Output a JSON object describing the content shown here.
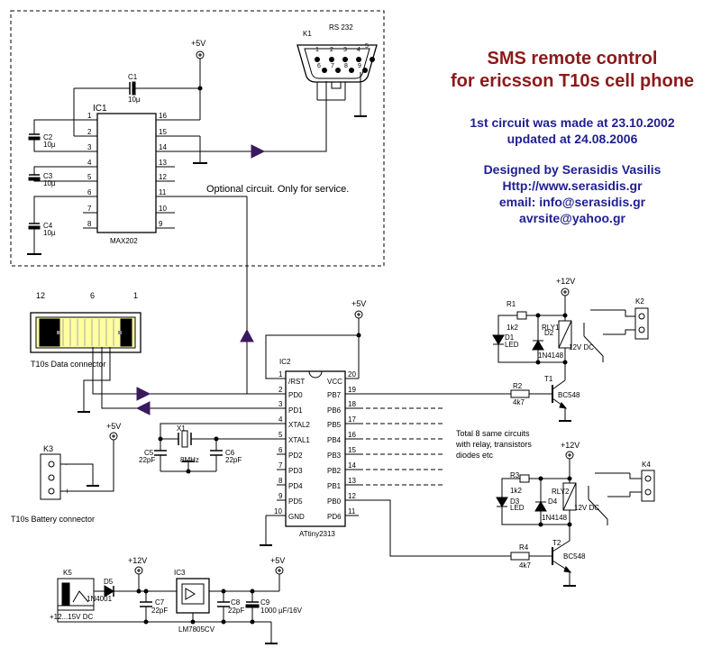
{
  "title": {
    "line1": "SMS remote control",
    "line2": "for ericsson T10s cell phone"
  },
  "info": {
    "line1": "1st circuit was made at 23.10.2002",
    "line2": "updated at 24.08.2006"
  },
  "author": {
    "line1": "Designed by Serasidis Vasilis",
    "line2": "Http://www.serasidis.gr",
    "line3": "email: info@serasidis.gr",
    "line4": "avrsite@yahoo.gr"
  },
  "labels": {
    "optional": "Optional circuit. Only for service.",
    "data_connector": "T10s Data  connector",
    "battery_connector": "T10s Battery connector",
    "total_note_1": "Total 8 same circuits",
    "total_note_2": "with relay, transistors",
    "total_note_3": "diodes etc",
    "supply_range": "+12...15V DC"
  },
  "rails": {
    "p5": "+5V",
    "p12": "+12V"
  },
  "ic1": {
    "ref": "IC1",
    "part": "MAX202",
    "left_pins": [
      "1",
      "2",
      "3",
      "4",
      "5",
      "6",
      "7",
      "8"
    ],
    "right_pins": [
      "16",
      "15",
      "14",
      "13",
      "12",
      "11",
      "10",
      "9"
    ]
  },
  "ic2": {
    "ref": "IC2",
    "part": "ATtiny2313",
    "left_pins": [
      {
        "num": "1",
        "name": "/RST"
      },
      {
        "num": "2",
        "name": "PD0"
      },
      {
        "num": "3",
        "name": "PD1"
      },
      {
        "num": "4",
        "name": "XTAL2"
      },
      {
        "num": "5",
        "name": "XTAL1"
      },
      {
        "num": "6",
        "name": "PD2"
      },
      {
        "num": "7",
        "name": "PD3"
      },
      {
        "num": "8",
        "name": "PD4"
      },
      {
        "num": "9",
        "name": "PD5"
      },
      {
        "num": "10",
        "name": "GND"
      }
    ],
    "right_pins": [
      {
        "num": "20",
        "name": "VCC"
      },
      {
        "num": "19",
        "name": "PB7"
      },
      {
        "num": "18",
        "name": "PB6"
      },
      {
        "num": "17",
        "name": "PB5"
      },
      {
        "num": "16",
        "name": "PB4"
      },
      {
        "num": "15",
        "name": "PB3"
      },
      {
        "num": "14",
        "name": "PB2"
      },
      {
        "num": "13",
        "name": "PB1"
      },
      {
        "num": "12",
        "name": "PB0"
      },
      {
        "num": "11",
        "name": "PD6"
      }
    ]
  },
  "ic3": {
    "ref": "IC3",
    "part": "LM7805CV"
  },
  "rs232": {
    "ref": "K1",
    "name": "RS 232",
    "pins": [
      "1",
      "2",
      "3",
      "4",
      "5",
      "6",
      "7",
      "8",
      "9"
    ]
  },
  "connector_pins": {
    "p12": "12",
    "p6": "6",
    "p1": "1"
  },
  "parts": {
    "c1": {
      "ref": "C1",
      "val": "10µ"
    },
    "c2": {
      "ref": "C2",
      "val": "10µ"
    },
    "c3": {
      "ref": "C3",
      "val": "10µ"
    },
    "c4": {
      "ref": "C4",
      "val": "10µ"
    },
    "c5": {
      "ref": "C5",
      "val": "22pF"
    },
    "c6": {
      "ref": "C6",
      "val": "22pF"
    },
    "c7": {
      "ref": "C7",
      "val": "22pF"
    },
    "c8": {
      "ref": "C8",
      "val": "22pF"
    },
    "c9": {
      "ref": "C9",
      "val": "1000 µF/16V"
    },
    "x1": {
      "ref": "X1",
      "val": "8MHz"
    },
    "r1": {
      "ref": "R1",
      "val": "1k2"
    },
    "r2": {
      "ref": "R2",
      "val": "4k7"
    },
    "r3": {
      "ref": "R3",
      "val": "1k2"
    },
    "r4": {
      "ref": "R4",
      "val": "4k7"
    },
    "d1": {
      "ref": "D1",
      "val": "LED"
    },
    "d2": {
      "ref": "D2",
      "val": "1N4148"
    },
    "d3": {
      "ref": "D3",
      "val": "LED"
    },
    "d4": {
      "ref": "D4",
      "val": "1N4148"
    },
    "d5": {
      "ref": "D5",
      "val": "1N4001"
    },
    "t1": {
      "ref": "T1",
      "val": "BC548"
    },
    "t2": {
      "ref": "T2",
      "val": "BC548"
    },
    "rly1": {
      "ref": "RLY1",
      "val": "12V DC"
    },
    "rly2": {
      "ref": "RLY2",
      "val": "12V DC"
    },
    "k2": {
      "ref": "K2"
    },
    "k3": {
      "ref": "K3",
      "pins": [
        "-",
        "+"
      ]
    },
    "k4": {
      "ref": "K4"
    },
    "k5": {
      "ref": "K5"
    }
  },
  "colors": {
    "arrow": "#3a1a5c",
    "title": "#8b1a1a",
    "text_blue": "#1f1f8f",
    "connector_yellow": "#ffff9f"
  }
}
